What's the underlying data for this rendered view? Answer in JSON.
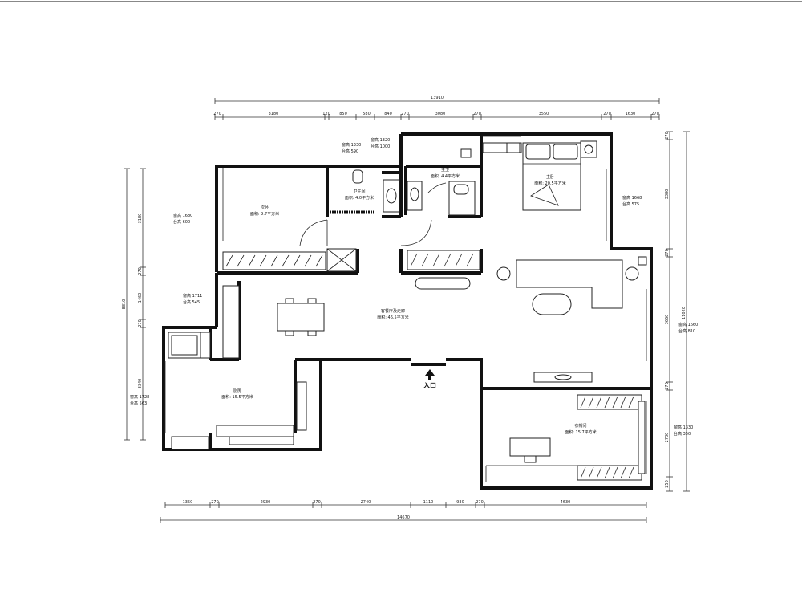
{
  "diagram": {
    "top_dimension_total": "13910",
    "top_dimensions": [
      "270",
      "3180",
      "120",
      "850",
      "580",
      "840",
      "270",
      "3080",
      "270",
      "3550",
      "270",
      "1630",
      "270"
    ],
    "bottom_dimensions": [
      "1350",
      "270",
      "2930",
      "270",
      "2740",
      "1110",
      "930",
      "270",
      "4630"
    ],
    "bottom_dimension_total": "14670",
    "left_dimension_total": "8810",
    "left_dimensions": [
      "3180",
      "270",
      "1460",
      "270",
      "3340"
    ],
    "right_dimension_total": "11020",
    "right_dimensions": [
      "270",
      "3380",
      "270",
      "3660",
      "270",
      "2730",
      "250"
    ],
    "window_notes": [
      {
        "lines": [
          "窗高 1680",
          "台高 600"
        ]
      },
      {
        "lines": [
          "窗高 1330",
          "台高 590"
        ]
      },
      {
        "lines": [
          "窗高 1320",
          "台高 1000"
        ]
      },
      {
        "lines": [
          "窗高 1668",
          "台高 575"
        ]
      },
      {
        "lines": [
          "窗高 1711",
          "台高 545"
        ]
      },
      {
        "lines": [
          "窗高 1660",
          "台高 810"
        ]
      },
      {
        "lines": [
          "窗高 1728",
          "台高 563"
        ]
      },
      {
        "lines": [
          "窗高 1330",
          "台高 350"
        ]
      }
    ],
    "rooms": [
      {
        "name": "次卧",
        "area": "面积: 9.7平方米"
      },
      {
        "name": "卫生间",
        "area": "面积: 4.0平方米"
      },
      {
        "name": "主卫",
        "area": "面积: 4.4平方米"
      },
      {
        "name": "主卧",
        "area": "面积: 20.5平方米"
      },
      {
        "name": "客餐厅及走廊",
        "area": "面积: 46.5平方米"
      },
      {
        "name": "厨房",
        "area": "面积: 15.5平方米"
      },
      {
        "name": "衣帽间",
        "area": "面积: 15.7平方米"
      }
    ],
    "entrance_label": "入口"
  }
}
